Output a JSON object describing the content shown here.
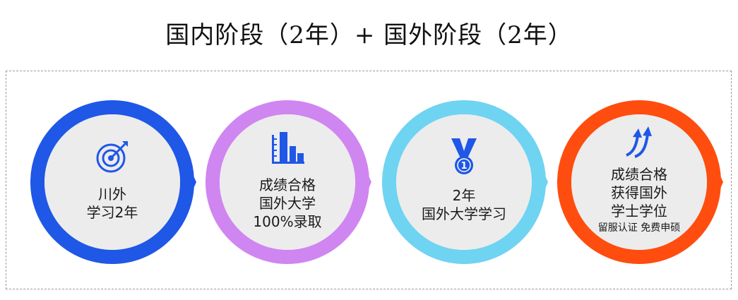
{
  "title": "国内阶段（2年）+ 国外阶段（2年）",
  "steps": [
    {
      "color": "#1f57e6",
      "icon": "target-icon",
      "lines": [
        "川外",
        "学习2年"
      ],
      "small": ""
    },
    {
      "color": "#cf86f0",
      "icon": "bar-chart-icon",
      "lines": [
        "成绩合格",
        "国外大学",
        "100%录取"
      ],
      "small": ""
    },
    {
      "color": "#6fd3f2",
      "icon": "medal-icon",
      "lines": [
        "2年",
        "国外大学学习"
      ],
      "small": ""
    },
    {
      "color": "#ff4d0f",
      "icon": "growth-arrows-icon",
      "lines": [
        "成绩合格",
        "获得国外",
        "学士学位"
      ],
      "small": "留服认证 免费申硕"
    }
  ]
}
